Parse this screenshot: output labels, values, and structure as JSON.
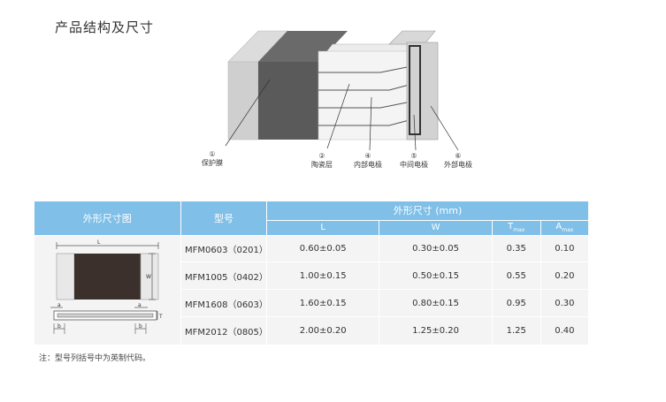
{
  "title": "产品结构及尺寸",
  "structure_labels": [
    {
      "num": "①",
      "text": "保护膜"
    },
    {
      "num": "②",
      "text": "陶瓷层"
    },
    {
      "num": "④",
      "text": "内部电极"
    },
    {
      "num": "⑤",
      "text": "中间电极"
    },
    {
      "num": "⑥",
      "text": "外部电极"
    }
  ],
  "table": {
    "col_diagram": "外形尺寸图",
    "col_model": "型号",
    "col_dims": "外形尺寸 (mm)",
    "sub_L": "L",
    "sub_W": "W",
    "sub_T": "T",
    "sub_T_sub": "max",
    "sub_A": "A",
    "sub_A_sub": "max",
    "diagram_labels": {
      "L": "L",
      "W": "W",
      "a": "a",
      "b": "b",
      "T": "T"
    },
    "rows": [
      {
        "model": "MFM0603（0201）",
        "L": "0.60±0.05",
        "W": "0.30±0.05",
        "T": "0.35",
        "A": "0.10"
      },
      {
        "model": "MFM1005（0402）",
        "L": "1.00±0.15",
        "W": "0.50±0.15",
        "T": "0.55",
        "A": "0.20"
      },
      {
        "model": "MFM1608（0603）",
        "L": "1.60±0.15",
        "W": "0.80±0.15",
        "T": "0.95",
        "A": "0.30"
      },
      {
        "model": "MFM2012（0805）",
        "L": "2.00±0.20",
        "W": "1.25±0.20",
        "T": "1.25",
        "A": "0.40"
      }
    ]
  },
  "note": "注：型号列括号中为英制代码。"
}
